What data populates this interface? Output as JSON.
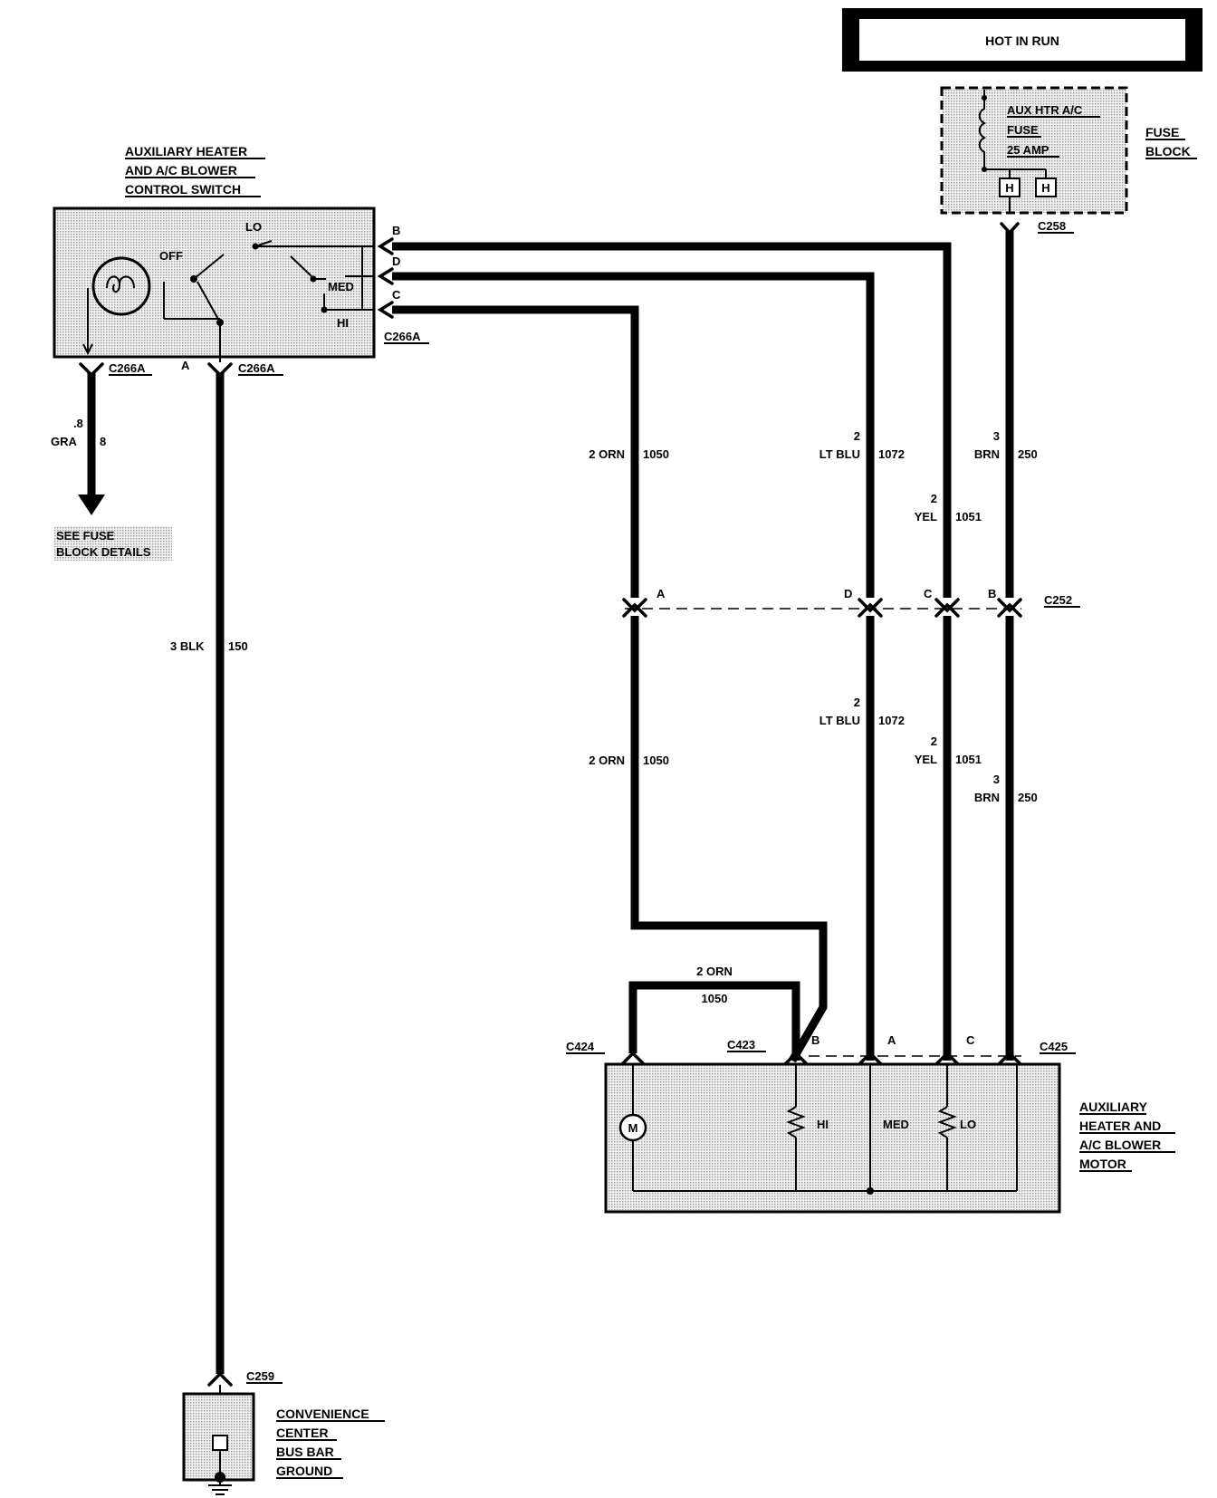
{
  "power_box": {
    "label": "HOT IN RUN"
  },
  "fuse_block": {
    "fuse_line1": "AUX HTR A/C",
    "fuse_line2": "FUSE",
    "fuse_line3": "25 AMP",
    "title_line1": "FUSE",
    "title_line2": "BLOCK",
    "terminal_1": "H",
    "terminal_2": "H"
  },
  "control_switch": {
    "title_line1": "AUXILIARY HEATER",
    "title_line2": "AND A/C BLOWER",
    "title_line3": "CONTROL SWITCH",
    "pos_lo": "LO",
    "pos_off": "OFF",
    "pos_med": "MED",
    "pos_hi": "HI",
    "pin_b": "B",
    "pin_d": "D",
    "pin_c": "C",
    "pin_a": "A",
    "connector_right": "C266A",
    "connector_bottom_left": "C266A",
    "connector_bottom_right": "C266A"
  },
  "fuse_ref": {
    "size": ".8",
    "color": "GRA",
    "circuit": "8",
    "note_line1": "SEE FUSE",
    "note_line2": "BLOCK DETAILS"
  },
  "wires": {
    "orn_upper": {
      "gauge_color": "2 ORN",
      "circuit": "1050"
    },
    "ltblu_upper": {
      "gauge": "2",
      "color": "LT BLU",
      "circuit": "1072"
    },
    "yel_upper": {
      "gauge": "2",
      "color": "YEL",
      "circuit": "1051"
    },
    "brn_upper": {
      "gauge": "3",
      "color": "BRN",
      "circuit": "250"
    },
    "orn_lower": {
      "gauge_color": "2 ORN",
      "circuit": "1050"
    },
    "ltblu_lower": {
      "gauge": "2",
      "color": "LT BLU",
      "circuit": "1072"
    },
    "yel_lower": {
      "gauge": "2",
      "color": "YEL",
      "circuit": "1051"
    },
    "brn_lower": {
      "gauge": "3",
      "color": "BRN",
      "circuit": "250"
    },
    "blk_ground": {
      "gauge_color": "3 BLK",
      "circuit": "150"
    },
    "orn_jumper": {
      "gauge_color": "2 ORN",
      "circuit": "1050"
    }
  },
  "connectors": {
    "c258": "C258",
    "c252": "C252",
    "c252_pin_a": "A",
    "c252_pin_d": "D",
    "c252_pin_c": "C",
    "c252_pin_b": "B",
    "c424": "C424",
    "c423": "C423",
    "c425": "C425",
    "motor_pin_b": "B",
    "motor_pin_a": "A",
    "motor_pin_c": "C",
    "c259": "C259"
  },
  "blower_motor": {
    "title_line1": "AUXILIARY",
    "title_line2": "HEATER AND",
    "title_line3": "A/C BLOWER",
    "title_line4": "MOTOR",
    "motor_symbol": "M",
    "res_hi": "HI",
    "res_med": "MED",
    "res_lo": "LO"
  },
  "ground": {
    "title_line1": "CONVENIENCE",
    "title_line2": "CENTER",
    "title_line3": "BUS BAR",
    "title_line4": "GROUND"
  }
}
